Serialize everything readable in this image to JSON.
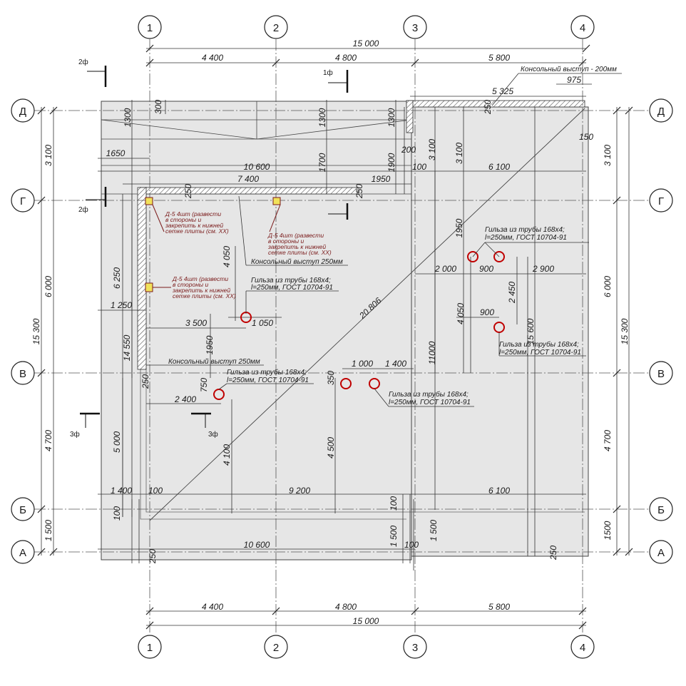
{
  "axes": {
    "columns": [
      "1",
      "2",
      "3",
      "4"
    ],
    "rows": [
      "Д",
      "Г",
      "В",
      "Б",
      "А"
    ]
  },
  "dims": {
    "top_total": "15 000",
    "bottom_total": "15 000",
    "top_spans": [
      "4 400",
      "4 800",
      "5 800"
    ],
    "bottom_spans": [
      "4 400",
      "4 800",
      "5 800"
    ],
    "left_spans": [
      "3 100",
      "6 000",
      "4 700",
      "1 500"
    ],
    "right_spans": [
      "3 100",
      "6 000",
      "4 700",
      "1500"
    ],
    "left_total": "15 300",
    "right_total": "15 300",
    "d5325": "5 325",
    "d975": "975",
    "d1650": "1650",
    "d10600_top": "10 600",
    "d7400": "7 400",
    "d1950_a": "1950",
    "d6100_top": "6 100",
    "d3100_mid": "3 100",
    "d3100_mid2": "3 100",
    "d1300_a": "1300",
    "d1300_b": "1300",
    "d1300_c": "1300",
    "d300": "300",
    "d1700": "1700",
    "d1900": "1900",
    "d200": "200",
    "d100_a": "100",
    "d150": "150",
    "d250_a": "250",
    "d250_b": "250",
    "d250_c": "250",
    "d6250": "6 250",
    "d4050_a": "4 050",
    "d1250": "1 250",
    "d3500": "3 500",
    "d1050": "1 050",
    "d1950_b": "1950",
    "d14550": "14 550",
    "d2000": "2 000",
    "d900_a": "900",
    "d2900": "2 900",
    "d1950_c": "1950",
    "d2450": "2 450",
    "d4050_b": "4 050",
    "d900_b": "900",
    "d15600": "15 600",
    "d11000": "11000",
    "d20806": "20 806",
    "d1000": "1 000",
    "d1400_a": "1 400",
    "d350": "350",
    "d750": "750",
    "d2400": "2 400",
    "d5000": "5 000",
    "d4100": "4 100",
    "d4500": "4 500",
    "d1400_b": "1 400",
    "d100_b": "100",
    "d9200": "9 200",
    "d6100_bot": "6 100",
    "d100_c": "100",
    "d10600_bot": "10 600",
    "d1500_a": "1 500",
    "d1500_b": "1 500",
    "d100_d": "100",
    "d100_e": "100",
    "d250_d": "250",
    "d250_e": "250",
    "d250_f": "250"
  },
  "notes": {
    "cantilever_200": "Консольный выступ - 200мм",
    "cantilever_250_top": "Консольный выступ 250мм",
    "cantilever_250_left": "Консольный выступ 250мм",
    "sleeve_line1": "Гильза из трубы 168х4;",
    "sleeve_line2": "l=250мм, ГОСТ 10704-91",
    "d5_l1": "Д-5 4шт (развести",
    "d5_l2": "в стороны и",
    "d5_l3": "закрепить к нижней",
    "d5_l4": "сетке плиты (см. ХХ)"
  },
  "sections": {
    "s1": "1ф",
    "s2": "2ф",
    "s3": "3ф"
  }
}
